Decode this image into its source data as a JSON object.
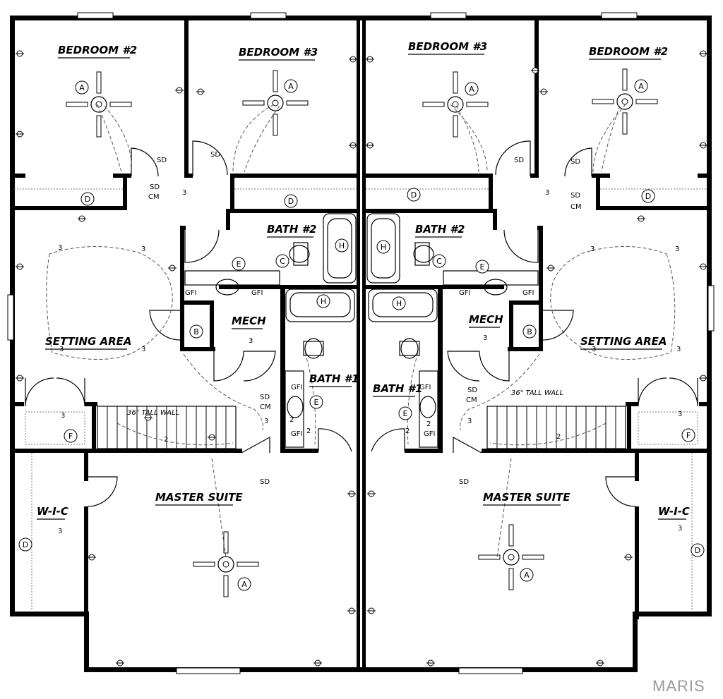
{
  "rooms": {
    "left_bedroom_a": "BEDROOM #2",
    "left_bedroom_b": "BEDROOM #3",
    "right_bedroom_a": "BEDROOM #3",
    "right_bedroom_b": "BEDROOM #2",
    "left_bath2": "BATH #2",
    "right_bath2": "BATH #2",
    "left_mech": "MECH",
    "right_mech": "MECH",
    "left_sitting": "SETTING AREA",
    "right_sitting": "SETTING AREA",
    "left_bath1": "BATH #1",
    "right_bath1": "BATH #1",
    "left_master": "MASTER SUITE",
    "right_master": "MASTER SUITE",
    "left_wic": "W-I-C",
    "right_wic": "W-I-C"
  },
  "notes": {
    "tall_wall_left": "36\" TALL WALL",
    "tall_wall_right": "36\" TALL WALL"
  },
  "symbols": {
    "fan": "A",
    "closet_b": "B",
    "toilet": "C",
    "closet_d": "D",
    "vanity": "E",
    "laundry": "F",
    "tub": "H",
    "gfi": "GFI",
    "smoke": "SD",
    "co_monitor": "CM",
    "circuit_3": "3",
    "circuit_2": "2"
  },
  "watermark": "MARIS"
}
